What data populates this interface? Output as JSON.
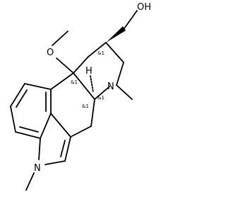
{
  "molecule": {
    "atoms": {
      "hydroxyl": "OH",
      "methoxy_o": "O",
      "hydrogen": "H",
      "amine_n": "N",
      "indole_n": "N"
    },
    "stereo_labels": {
      "c8": "&1",
      "c10": "&1",
      "c5": "&1",
      "c5b": "&1"
    }
  }
}
